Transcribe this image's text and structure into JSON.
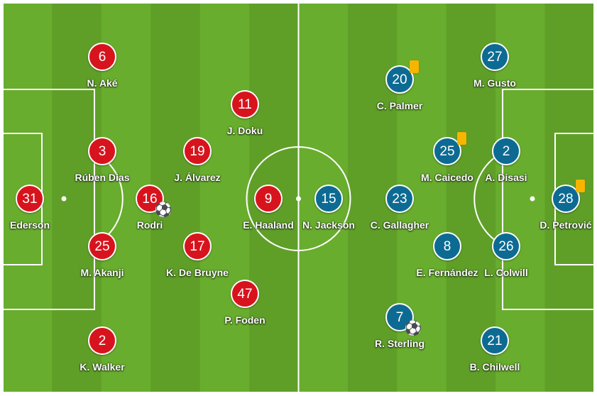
{
  "colors": {
    "pitch_light": "#68ad2d",
    "pitch_dark": "#5f9f28",
    "lines": "#ffffff",
    "home_team": "#d7141d",
    "away_team": "#0d6b93",
    "yellow_card": "#f7b500"
  },
  "home_team": {
    "players": [
      {
        "number": "31",
        "name": "Ederson"
      },
      {
        "number": "6",
        "name": "N. Aké"
      },
      {
        "number": "3",
        "name": "Rúben Dias"
      },
      {
        "number": "25",
        "name": "M. Akanji"
      },
      {
        "number": "2",
        "name": "K. Walker"
      },
      {
        "number": "16",
        "name": "Rodri",
        "goal": true
      },
      {
        "number": "19",
        "name": "J. Álvarez"
      },
      {
        "number": "17",
        "name": "K. De Bruyne"
      },
      {
        "number": "11",
        "name": "J. Doku"
      },
      {
        "number": "47",
        "name": "P. Foden"
      },
      {
        "number": "9",
        "name": "E. Haaland"
      }
    ]
  },
  "away_team": {
    "players": [
      {
        "number": "15",
        "name": "N. Jackson"
      },
      {
        "number": "20",
        "name": "C. Palmer",
        "yellow_card": true
      },
      {
        "number": "23",
        "name": "C. Gallagher"
      },
      {
        "number": "7",
        "name": "R. Sterling",
        "goal": true
      },
      {
        "number": "25",
        "name": "M. Caicedo",
        "yellow_card": true
      },
      {
        "number": "8",
        "name": "E. Fernández"
      },
      {
        "number": "27",
        "name": "M. Gusto"
      },
      {
        "number": "2",
        "name": "A. Disasi"
      },
      {
        "number": "26",
        "name": "L. Colwill"
      },
      {
        "number": "21",
        "name": "B. Chilwell"
      },
      {
        "number": "28",
        "name": "D. Petrović",
        "yellow_card": true
      }
    ]
  }
}
